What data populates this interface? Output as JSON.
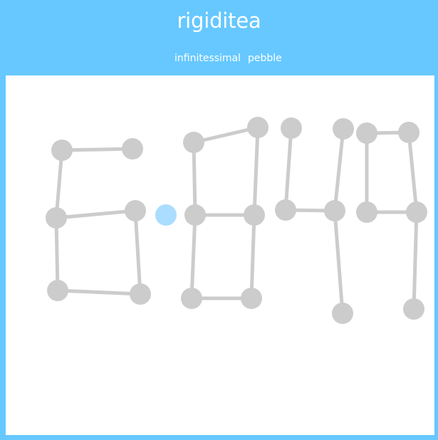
{
  "app": {
    "title": "rigiditea",
    "accent_color": "#66c8ff",
    "node_color": "#cccccc",
    "selected_node_color": "#aaddff"
  },
  "nav": {
    "links": [
      {
        "label": "infinitessimal"
      },
      {
        "label": "pebble"
      }
    ]
  }
}
